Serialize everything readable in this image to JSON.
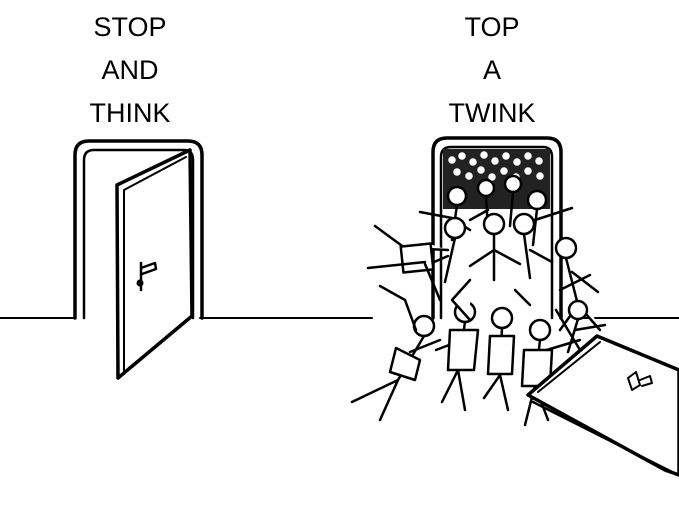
{
  "captions": {
    "left": [
      "STOP",
      "AND",
      "THINK"
    ],
    "right": [
      "TOP",
      "A",
      "TWINK"
    ]
  },
  "colors": {
    "ink": "#000000",
    "background": "#ffffff"
  },
  "scene": {
    "left_door": "open door standing in its frame",
    "right_door": "door knocked off its hinges by a crowd of stick figures"
  }
}
